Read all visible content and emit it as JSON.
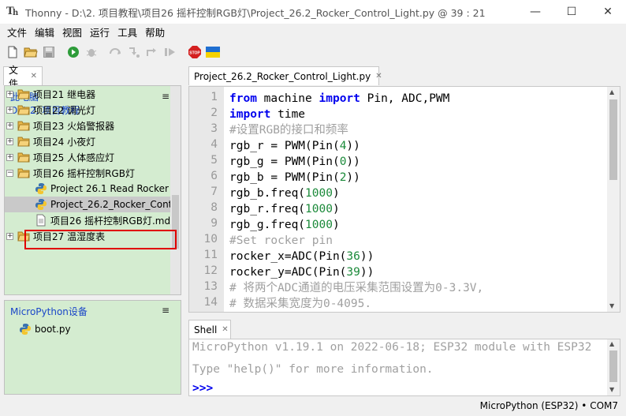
{
  "window": {
    "title": "Thonny  -  D:\\2. 项目教程\\项目26 摇杆控制RGB灯\\Project_26.2_Rocker_Control_Light.py  @  39 : 21",
    "min": "—",
    "max": "☐",
    "close": "✕"
  },
  "menu": [
    "文件",
    "编辑",
    "视图",
    "运行",
    "工具",
    "帮助"
  ],
  "files": {
    "tab_label": "文件",
    "header_line1": "此电脑",
    "header_line2": "D: \\ 2. 项目教程",
    "menu_glyph": "≡",
    "items": [
      {
        "label": "项目21 继电器",
        "type": "folder",
        "expander": "+",
        "indent": 0
      },
      {
        "label": "项目22 调光灯",
        "type": "folder",
        "expander": "+",
        "indent": 0
      },
      {
        "label": "项目23 火焰警报器",
        "type": "folder",
        "expander": "+",
        "indent": 0
      },
      {
        "label": "项目24 小夜灯",
        "type": "folder",
        "expander": "+",
        "indent": 0
      },
      {
        "label": "项目25 人体感应灯",
        "type": "folder",
        "expander": "+",
        "indent": 0
      },
      {
        "label": "项目26 摇杆控制RGB灯",
        "type": "folder",
        "expander": "−",
        "indent": 0
      },
      {
        "label": "Project 26.1 Read Rocker",
        "type": "python",
        "expander": "",
        "indent": 1
      },
      {
        "label": "Project_26.2_Rocker_Contr",
        "type": "python",
        "expander": "",
        "indent": 1
      },
      {
        "label": "项目26 摇杆控制RGB灯.md",
        "type": "doc",
        "expander": "",
        "indent": 1
      },
      {
        "label": "项目27 温湿度表",
        "type": "folder",
        "expander": "+",
        "indent": 0
      }
    ]
  },
  "device": {
    "header": "MicroPython设备",
    "menu_glyph": "≡",
    "items": [
      {
        "label": "boot.py"
      }
    ]
  },
  "editor": {
    "tab_label": "Project_26.2_Rocker_Control_Light.py",
    "lines": [
      [
        {
          "t": "from",
          "c": "kw"
        },
        {
          "t": " machine "
        },
        {
          "t": "import",
          "c": "kw"
        },
        {
          "t": " Pin, ADC,PWM"
        }
      ],
      [
        {
          "t": "import",
          "c": "kw"
        },
        {
          "t": " time"
        }
      ],
      [
        {
          "t": "#设置RGB的接口和频率",
          "c": "cmt"
        }
      ],
      [
        {
          "t": "rgb_r = PWM(Pin("
        },
        {
          "t": "4",
          "c": "num"
        },
        {
          "t": "))"
        }
      ],
      [
        {
          "t": "rgb_g = PWM(Pin("
        },
        {
          "t": "0",
          "c": "num"
        },
        {
          "t": "))"
        }
      ],
      [
        {
          "t": "rgb_b = PWM(Pin("
        },
        {
          "t": "2",
          "c": "num"
        },
        {
          "t": "))"
        }
      ],
      [
        {
          "t": "rgb_b.freq("
        },
        {
          "t": "1000",
          "c": "num"
        },
        {
          "t": ")"
        }
      ],
      [
        {
          "t": "rgb_r.freq("
        },
        {
          "t": "1000",
          "c": "num"
        },
        {
          "t": ")"
        }
      ],
      [
        {
          "t": "rgb_g.freq("
        },
        {
          "t": "1000",
          "c": "num"
        },
        {
          "t": ")"
        }
      ],
      [
        {
          "t": "#Set rocker pin",
          "c": "cmt"
        }
      ],
      [
        {
          "t": "rocker_x=ADC(Pin("
        },
        {
          "t": "36",
          "c": "num"
        },
        {
          "t": "))"
        }
      ],
      [
        {
          "t": "rocker_y=ADC(Pin("
        },
        {
          "t": "39",
          "c": "num"
        },
        {
          "t": "))"
        }
      ],
      [
        {
          "t": "# 将两个ADC通道的电压采集范围设置为0-3.3V,",
          "c": "cmt"
        }
      ],
      [
        {
          "t": "# 数据采集宽度为0-4095.",
          "c": "cmt"
        }
      ]
    ],
    "line_numbers": [
      "1",
      "2",
      "3",
      "4",
      "5",
      "6",
      "7",
      "8",
      "9",
      "10",
      "11",
      "12",
      "13",
      "14"
    ]
  },
  "shell": {
    "tab_label": "Shell",
    "line1": "MicroPython v1.19.1 on 2022-06-18; ESP32 module with ESP32",
    "line2": "Type \"help()\" for more information.",
    "prompt": ">>>"
  },
  "status": {
    "interpreter": "MicroPython (ESP32)",
    "separator": "•",
    "port": "COM7"
  },
  "colors": {
    "panel_bg": "#d4ecd0",
    "keyword": "#0000ee",
    "number": "#1b8a3a",
    "comment": "#a0a0a0",
    "highlight": "#e00000"
  }
}
